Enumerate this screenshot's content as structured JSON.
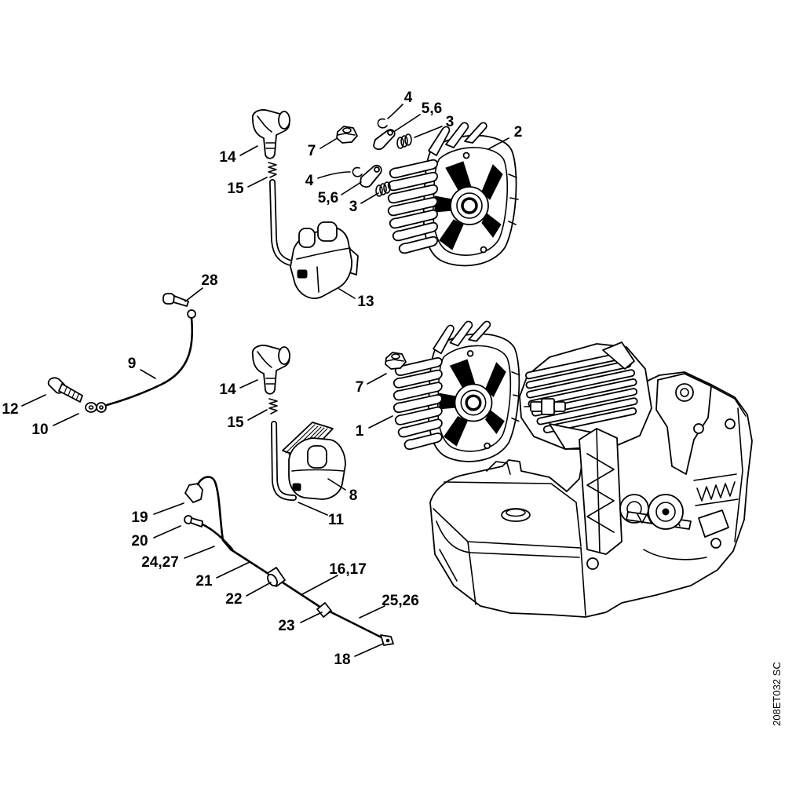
{
  "callouts": [
    "4",
    "5,6",
    "3",
    "2",
    "14",
    "7",
    "15",
    "4",
    "5,6",
    "3",
    "28",
    "13",
    "9",
    "14",
    "7",
    "12",
    "15",
    "10",
    "1",
    "8",
    "19",
    "11",
    "20",
    "24,27",
    "16,17",
    "21",
    "22",
    "25,26",
    "23",
    "18"
  ],
  "drawing_code": "208ET032 SC"
}
